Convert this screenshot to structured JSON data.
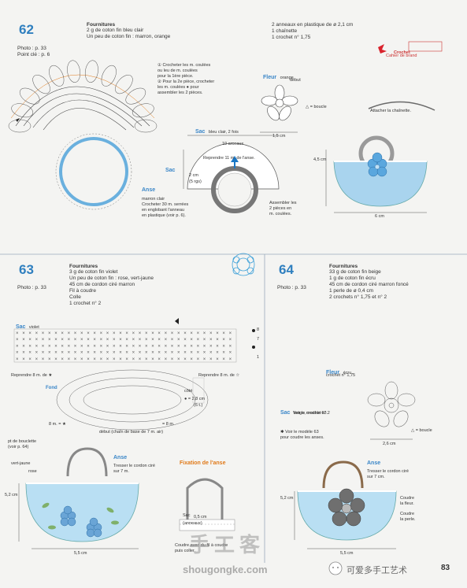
{
  "m62": {
    "number": "62",
    "photo": "Photo : p. 33",
    "point": "Point clé : p. 6",
    "fournitures_title": "Fournitures",
    "fournitures": [
      "2 g de coton fin bleu clair",
      "Un peu de coton fin : marron, orange"
    ],
    "fournitures_right": [
      "2 anneaux en plastique de ø 2,1 cm",
      "1 chaînette",
      "1 crochet n° 1,75"
    ],
    "notes": [
      "① Crocheter les m. coulées",
      "ou leu de m. coulées",
      "pour la 1ère pièce.",
      "② Pour la 2e pièce, crocheter",
      "les m. coulées ● pour",
      "assembler les 2 pièces."
    ],
    "sac_label": "Sac",
    "anse_label": "Anse",
    "anse_text": [
      "marron clair",
      "Crocheter 30 m. serrées",
      "en englobant l'anneau",
      "en plastique (voir p. 6)."
    ],
    "fleur_label": "Fleur",
    "fleur_color": "orange",
    "fleur_debut": "début",
    "fleur_boucle": "△ = boucle",
    "sac2_label": "Sac",
    "sac2_text": "bleu clair, 2 fois",
    "arceaux": "10 arceaux",
    "reprendre": "Reprendre 11 m. de l'anse.",
    "dim_15": "1,5 cm",
    "dim_2cm": "2 cm",
    "dim_5rgs": "(5 rgs)",
    "assembler": [
      "Assembler les",
      "2 pièces en",
      "m. coulées."
    ],
    "attacher": "Attacher la chaînette.",
    "dim_45": "4,5 cm",
    "dim_6": "6 cm",
    "brand": "Crochet",
    "brand_sub": "Cahier de brand"
  },
  "m63": {
    "number": "63",
    "photo": "Photo : p. 33",
    "fournitures_title": "Fournitures",
    "fournitures": [
      "3 g de coton fin violet",
      "Un peu de coton fin : rose, vert-jaune",
      "45 cm de cordon ciré marron",
      "Fil à coudre",
      "Colle",
      "1 crochet n° 2"
    ],
    "sac_label": "Sac",
    "sac_color": "violet",
    "reprendre_left": "Reprendre 8 m. de ★",
    "reprendre_right": "Reprendre 8 m. de ☆",
    "fond": "Fond",
    "cote": "côté",
    "dim_28": "● = 2,8 cm",
    "dim_61": "(6 t.)",
    "eight_m_left": "8 m. = ★",
    "eight_m_right": "= 8 m.",
    "debut": "début (chaîn de base de 7 m. air)",
    "row_nums": [
      "8",
      "7",
      "1"
    ],
    "pt_bouclette": [
      "pt de bouclette",
      "(voir p. 64)"
    ],
    "vert_jaune": "vert-jaune",
    "rose": "rose",
    "anse_label": "Anse",
    "anse_text": [
      "Tresser le cordon ciré",
      "sur 7 m."
    ],
    "fixation": "Fixation de l'anse",
    "dim_52": "5,2 cm",
    "dim_55": "5,5 cm",
    "dim_05": "0,5 cm",
    "sac_small": "Sac",
    "anneaux": "(anneaux)",
    "coudre": [
      "Coudre avec du fil à coudre",
      "puis coller."
    ]
  },
  "m64": {
    "number": "64",
    "photo": "Photo : p. 33",
    "fournitures_title": "Fournitures",
    "fournitures": [
      "33 g de coton fin beige",
      "1 g de coton fin écru",
      "45 cm de cordon ciré marron foncé",
      "1 perle de ø 0,4 cm",
      "2 crochets n° 1,75 et n° 2"
    ],
    "fleur_label": "Fleur",
    "fleur_color": "écru",
    "fleur_crochet": "crochet n° 1,75",
    "boucle": "△ = boucle",
    "dim_26": "2,6 cm",
    "sac_label": "Sac",
    "sac_text": [
      "beige, crochet n° 2",
      "Voir le modèle 63."
    ],
    "voir": [
      "✱ Voir le modèle 63",
      "pour coudre les anses."
    ],
    "anse_label": "Anse",
    "anse_text": [
      "Tresser le cordon ciré",
      "sur 7 cm."
    ],
    "coudre_fleur": [
      "Coudre",
      "la fleur."
    ],
    "coudre_perle": [
      "Coudre",
      "la perle."
    ],
    "dim_52": "5,2 cm",
    "dim_55": "5,5 cm"
  },
  "footer": {
    "watermark_top": "手工客",
    "watermark": "shougongke.com",
    "wechat": "可爱多手工艺术",
    "page": "83"
  }
}
